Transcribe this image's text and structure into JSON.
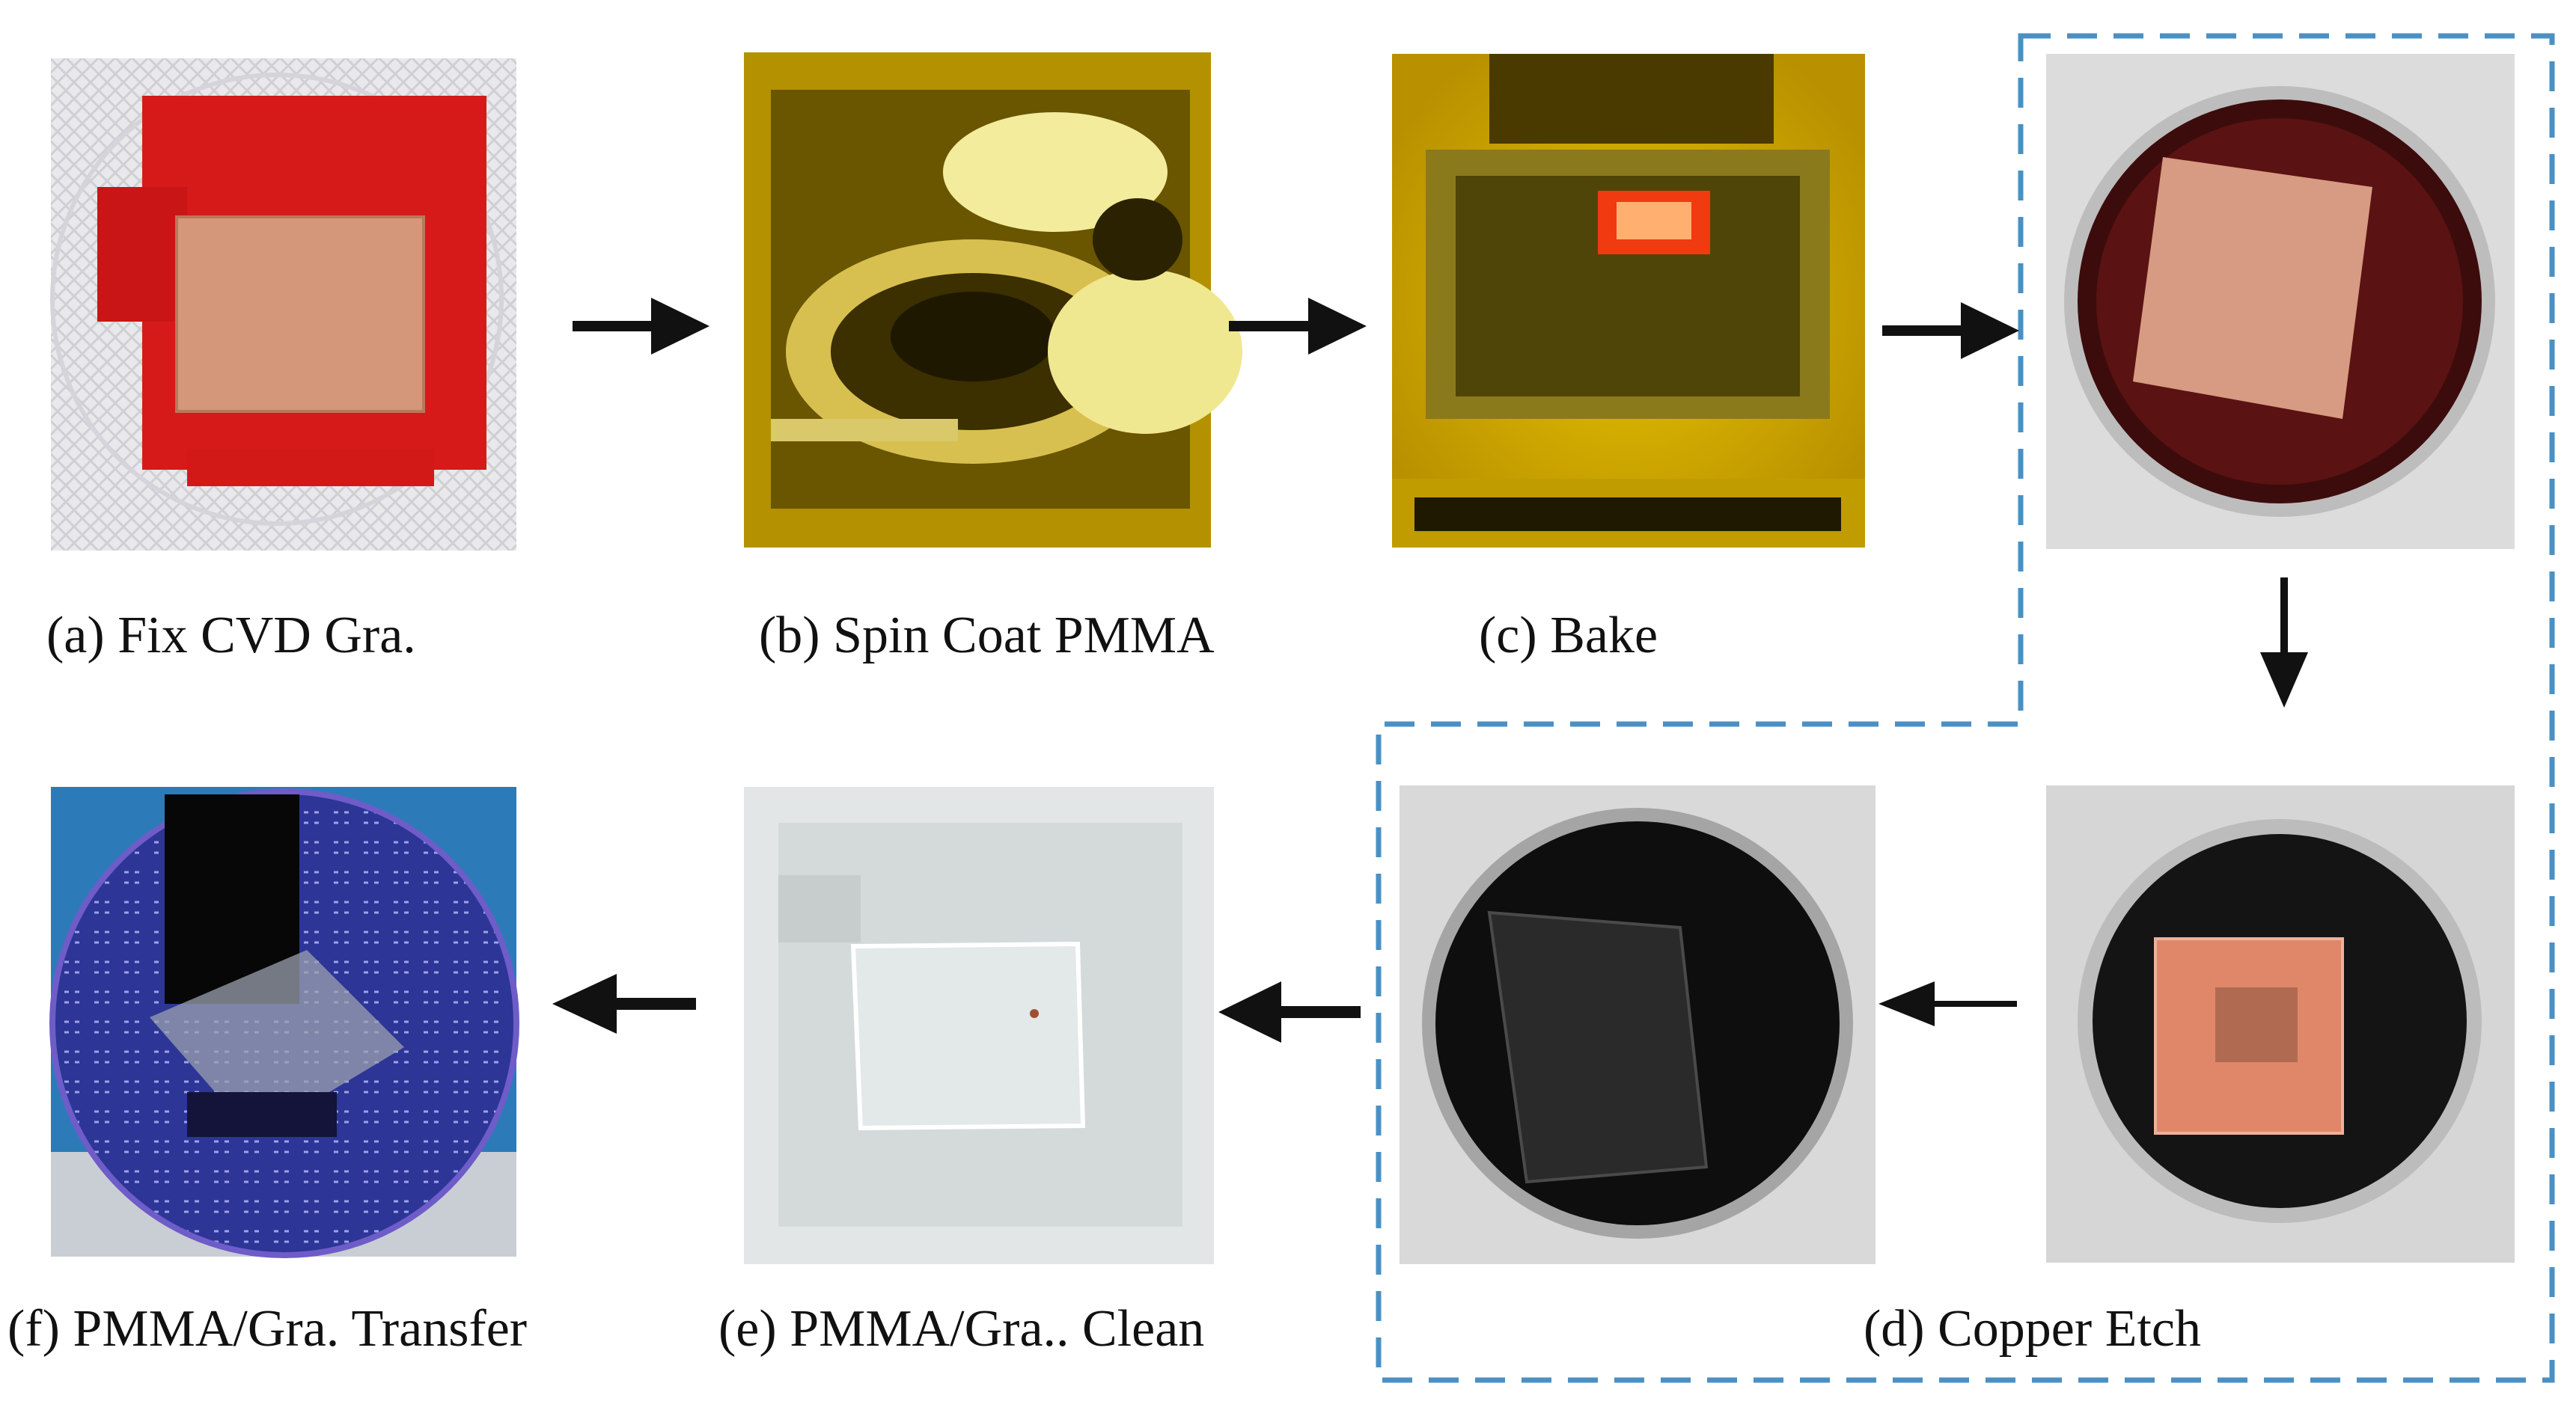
{
  "colors": {
    "arrow": "#111111",
    "dashed_border": "#4a90c4",
    "red_tape": "#d61a1a",
    "copper": "#d89a7c",
    "yellow_light": "#d8b400",
    "dish_dark": "#141414",
    "wafer_blue": "#2a2f8c"
  },
  "steps": [
    {
      "id": "a",
      "caption": "(a) Fix CVD Gra.",
      "photo": "copper-foil-taped-photo"
    },
    {
      "id": "b",
      "caption": "(b) Spin Coat PMMA",
      "photo": "spin-coater-photo"
    },
    {
      "id": "c",
      "caption": "(c) Bake",
      "photo": "hotplate-bake-photo"
    },
    {
      "id": "d",
      "caption": "(d) Copper Etch",
      "photo": "etch-dish-photos"
    },
    {
      "id": "e",
      "caption": "(e) PMMA/Gra.. Clean",
      "photo": "water-rinse-photo"
    },
    {
      "id": "f",
      "caption": "(f) PMMA/Gra. Transfer",
      "photo": "wafer-transfer-photo"
    }
  ]
}
